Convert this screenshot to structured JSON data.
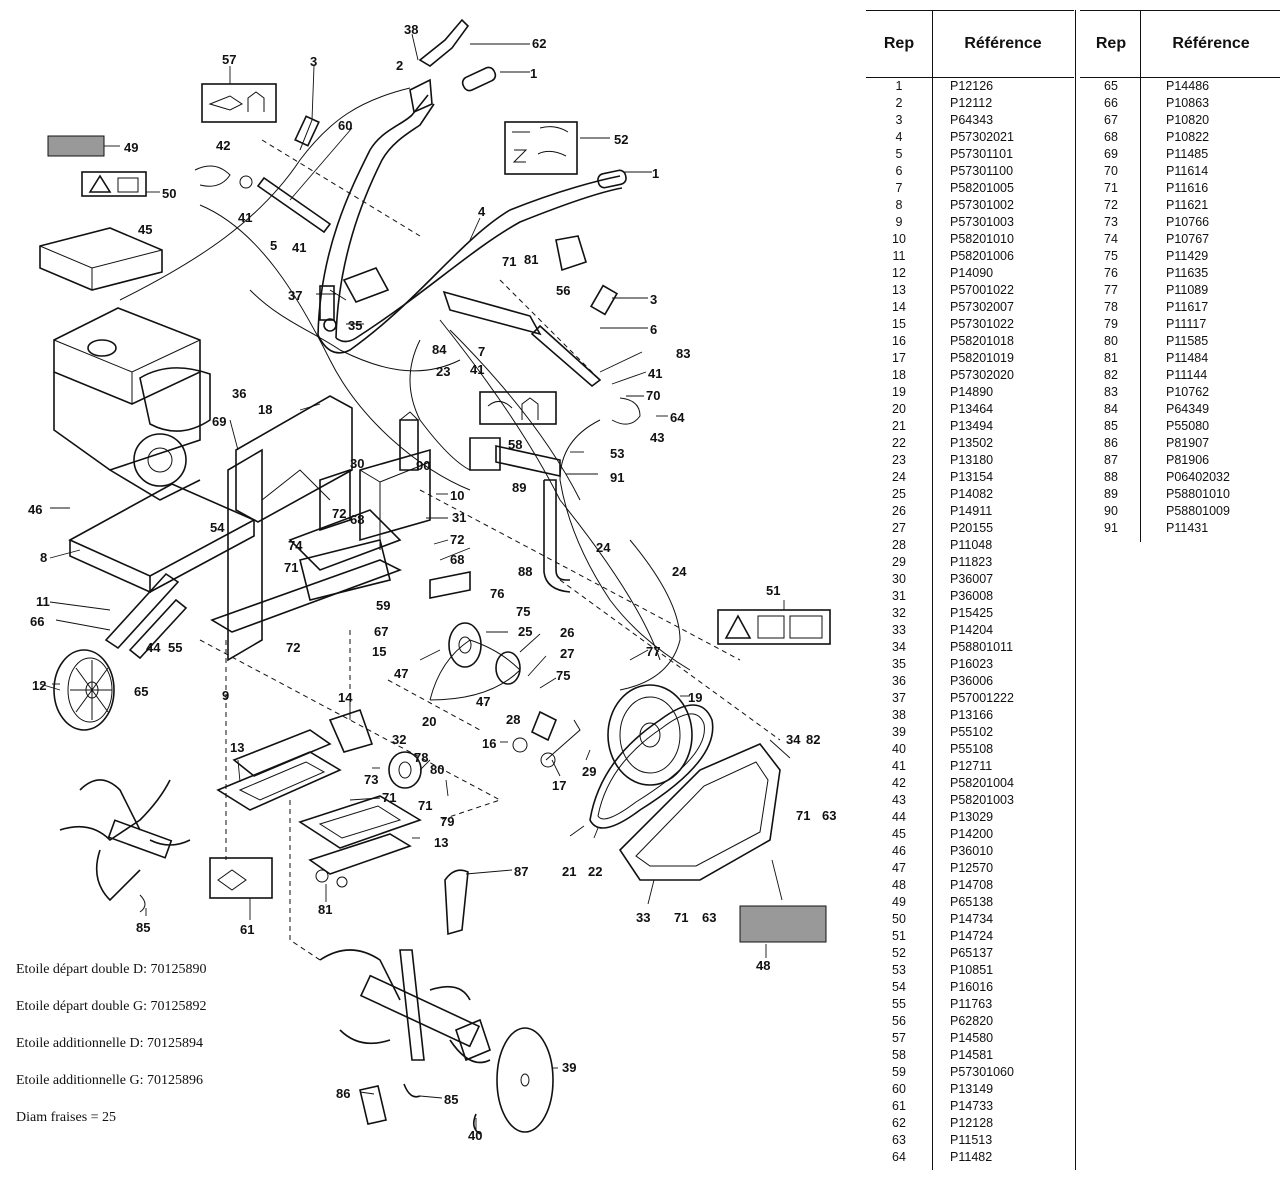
{
  "table_headers": {
    "rep": "Rep",
    "reference": "Référence"
  },
  "parts_col1": [
    [
      "1",
      "P12126"
    ],
    [
      "2",
      "P12112"
    ],
    [
      "3",
      "P64343"
    ],
    [
      "4",
      "P57302021"
    ],
    [
      "5",
      "P57301101"
    ],
    [
      "6",
      "P57301100"
    ],
    [
      "7",
      "P58201005"
    ],
    [
      "8",
      "P57301002"
    ],
    [
      "9",
      "P57301003"
    ],
    [
      "10",
      "P58201010"
    ],
    [
      "11",
      "P58201006"
    ],
    [
      "12",
      "P14090"
    ],
    [
      "13",
      "P57001022"
    ],
    [
      "14",
      "P57302007"
    ],
    [
      "15",
      "P57301022"
    ],
    [
      "16",
      "P58201018"
    ],
    [
      "17",
      "P58201019"
    ],
    [
      "18",
      "P57302020"
    ],
    [
      "19",
      "P14890"
    ],
    [
      "20",
      "P13464"
    ],
    [
      "21",
      "P13494"
    ],
    [
      "22",
      "P13502"
    ],
    [
      "23",
      "P13180"
    ],
    [
      "24",
      "P13154"
    ],
    [
      "25",
      "P14082"
    ],
    [
      "26",
      "P14911"
    ],
    [
      "27",
      "P20155"
    ],
    [
      "28",
      "P11048"
    ],
    [
      "29",
      "P11823"
    ],
    [
      "30",
      "P36007"
    ],
    [
      "31",
      "P36008"
    ],
    [
      "32",
      "P15425"
    ],
    [
      "33",
      "P14204"
    ],
    [
      "34",
      "P58801011"
    ],
    [
      "35",
      "P16023"
    ],
    [
      "36",
      "P36006"
    ],
    [
      "37",
      "P57001222"
    ],
    [
      "38",
      "P13166"
    ],
    [
      "39",
      "P55102"
    ],
    [
      "40",
      "P55108"
    ],
    [
      "41",
      "P12711"
    ],
    [
      "42",
      "P58201004"
    ],
    [
      "43",
      "P58201003"
    ],
    [
      "44",
      "P13029"
    ],
    [
      "45",
      "P14200"
    ],
    [
      "46",
      "P36010"
    ],
    [
      "47",
      "P12570"
    ],
    [
      "48",
      "P14708"
    ],
    [
      "49",
      "P65138"
    ],
    [
      "50",
      "P14734"
    ],
    [
      "51",
      "P14724"
    ],
    [
      "52",
      "P65137"
    ],
    [
      "53",
      "P10851"
    ],
    [
      "54",
      "P16016"
    ],
    [
      "55",
      "P11763"
    ],
    [
      "56",
      "P62820"
    ],
    [
      "57",
      "P14580"
    ],
    [
      "58",
      "P14581"
    ],
    [
      "59",
      "P57301060"
    ],
    [
      "60",
      "P13149"
    ],
    [
      "61",
      "P14733"
    ],
    [
      "62",
      "P12128"
    ],
    [
      "63",
      "P11513"
    ],
    [
      "64",
      "P11482"
    ]
  ],
  "parts_col2": [
    [
      "65",
      "P14486"
    ],
    [
      "66",
      "P10863"
    ],
    [
      "67",
      "P10820"
    ],
    [
      "68",
      "P10822"
    ],
    [
      "69",
      "P11485"
    ],
    [
      "70",
      "P11614"
    ],
    [
      "71",
      "P11616"
    ],
    [
      "72",
      "P11621"
    ],
    [
      "73",
      "P10766"
    ],
    [
      "74",
      "P10767"
    ],
    [
      "75",
      "P11429"
    ],
    [
      "76",
      "P11635"
    ],
    [
      "77",
      "P11089"
    ],
    [
      "78",
      "P11617"
    ],
    [
      "79",
      "P11117"
    ],
    [
      "80",
      "P11585"
    ],
    [
      "81",
      "P11484"
    ],
    [
      "82",
      "P11144"
    ],
    [
      "83",
      "P10762"
    ],
    [
      "84",
      "P64349"
    ],
    [
      "85",
      "P55080"
    ],
    [
      "86",
      "P81907"
    ],
    [
      "87",
      "P81906"
    ],
    [
      "88",
      "P06402032"
    ],
    [
      "89",
      "P58801010"
    ],
    [
      "90",
      "P58801009"
    ],
    [
      "91",
      "P11431"
    ]
  ],
  "notes": [
    "Etoile départ double D: 70125890",
    "Etoile départ double G: 70125892",
    "Etoile additionnelle D: 70125894",
    "Etoile additionnelle G: 70125896",
    "Diam fraises = 25"
  ],
  "callouts": [
    "1",
    "1",
    "2",
    "3",
    "3",
    "4",
    "5",
    "6",
    "7",
    "8",
    "9",
    "10",
    "11",
    "12",
    "13",
    "13",
    "14",
    "15",
    "16",
    "17",
    "18",
    "19",
    "20",
    "21",
    "22",
    "23",
    "24",
    "24",
    "25",
    "26",
    "27",
    "28",
    "29",
    "30",
    "31",
    "32",
    "33",
    "34",
    "35",
    "36",
    "37",
    "38",
    "39",
    "40",
    "41",
    "41",
    "41",
    "41",
    "42",
    "43",
    "44",
    "45",
    "46",
    "47",
    "47",
    "48",
    "49",
    "50",
    "51",
    "52",
    "53",
    "54",
    "55",
    "56",
    "57",
    "58",
    "59",
    "60",
    "61",
    "62",
    "63",
    "63",
    "64",
    "65",
    "66",
    "67",
    "68",
    "68",
    "69",
    "70",
    "71",
    "71",
    "71",
    "71",
    "71",
    "71",
    "72",
    "72",
    "72",
    "73",
    "74",
    "75",
    "75",
    "76",
    "77",
    "78",
    "79",
    "80",
    "81",
    "81",
    "82",
    "83",
    "84",
    "85",
    "85",
    "86",
    "87",
    "88",
    "89",
    "90",
    "91"
  ]
}
